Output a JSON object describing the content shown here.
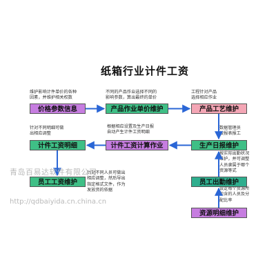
{
  "title": "纸箱行业计件工资",
  "boxes": {
    "price_params": "价格参数信息",
    "product_op_price": "产品作业单价维护",
    "product_process": "产品工艺维护",
    "piece_wage_detail": "计件工资明细",
    "piece_wage_calc": "计件工资计算作业",
    "production_daily": "生产日报维护",
    "employee_wage": "员工工资维护",
    "employee_attendance": "员工出勤维护",
    "resource_detail": "资源明细维护"
  },
  "notes": {
    "price_params": "维护影响计件单价的各种\n因素，并维护相关权数",
    "product_op_price": "不同的产品作业选择不同的\n影响参数，算出最终的单价",
    "product_process": "工程针对产品\n选择相应作业",
    "production_daily": "数据管理员\n按报表报工",
    "piece_wage_detail": "针对不同明细可做\n出相应调整",
    "piece_wage_calc": "根据相应设置及生产日报\n自动产生计件工资明细",
    "employee_attendance": "按实际出勤状况\n维护，并可调整\n人员隶属于哪个\n资源等式",
    "employee_wage": "针对不同人员可做出\n相应调整，然后导出\n指定格式文件，作为\n发放资的依据",
    "resource_detail": "设定每个资源所\n包含的人员及分\n配比率"
  },
  "watermark": {
    "text": "青岛百易达软件有限公司",
    "url": "http://qdbaiyida.cn.china.cn"
  },
  "colors": {
    "purple_box": "#c67de0",
    "green_box": "#3fbf86",
    "pink_box": "#f4a6b5",
    "teal_box": "#2fae8e",
    "arrow": "#2a66d6"
  }
}
